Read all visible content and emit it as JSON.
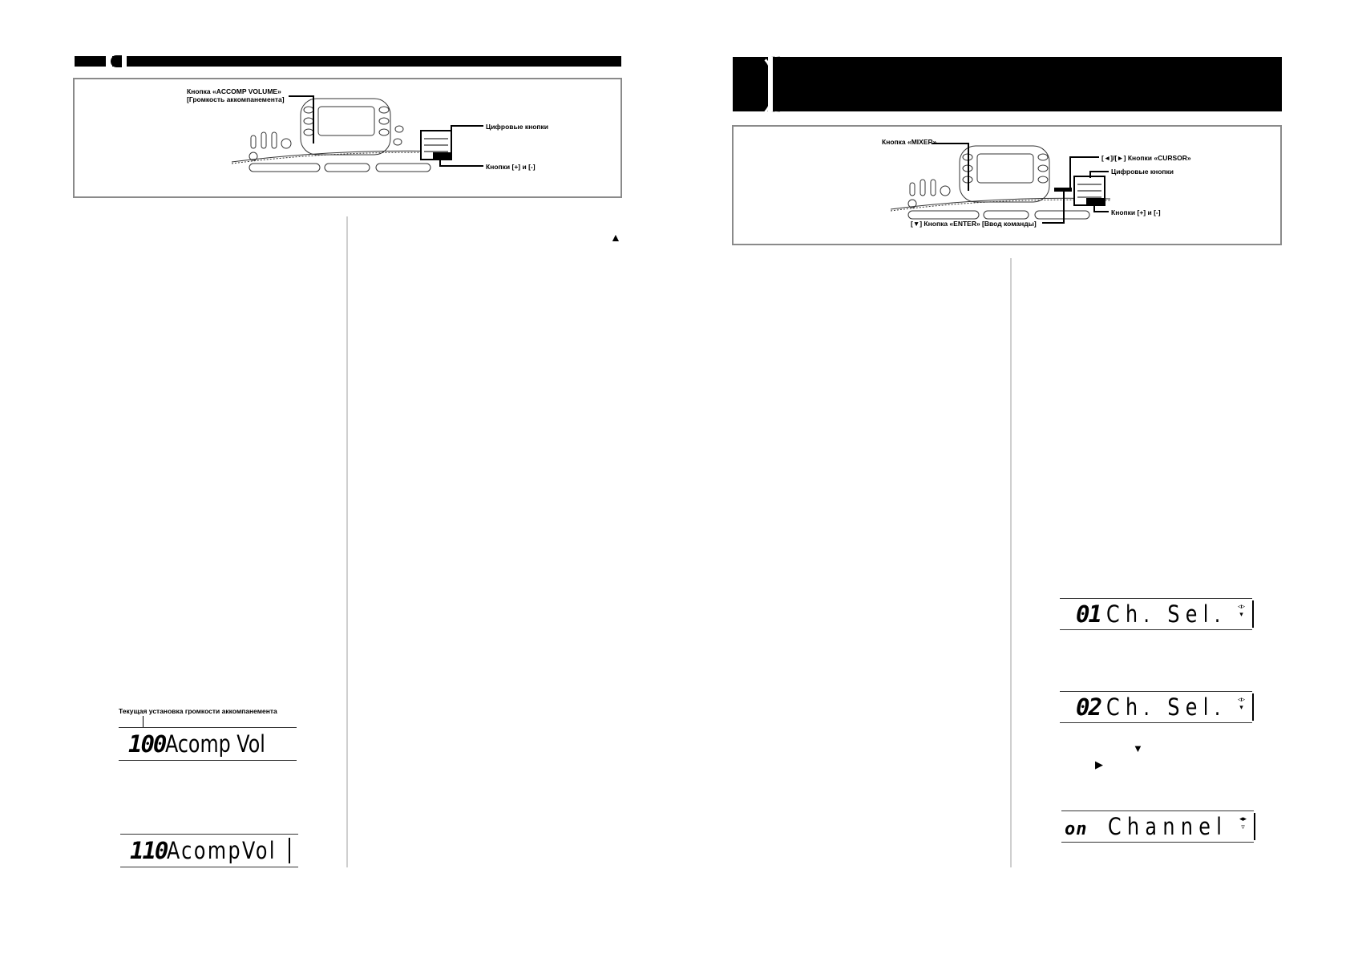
{
  "left_page": {
    "keyboard_callouts": {
      "accomp_volume_button": "Кнопка «ACCOMP VOLUME»",
      "accomp_volume_desc": "[Громкость аккомпанемента]",
      "number_buttons": "Цифровые кнопки",
      "plus_minus_buttons": "Кнопки [+] и [-]"
    },
    "up_arrow": "▲",
    "display_caption": "Текущая установка громкости аккомпанемента",
    "displays": [
      {
        "value": "100",
        "text": "Acomp Vol"
      },
      {
        "value": "110",
        "text": "AcompVol"
      }
    ]
  },
  "right_page": {
    "keyboard_callouts": {
      "mixer_button": "Кнопка «MIXER»",
      "cursor_buttons": "[◄]/[►] Кнопки «CURSOR»",
      "number_buttons": "Цифровые кнопки",
      "enter_button": "[▼] Кнопка «ENTER» [Ввод команды]",
      "plus_minus_buttons": "Кнопки [+] и [-]"
    },
    "displays": [
      {
        "value": "01",
        "text": "Ch. Sel."
      },
      {
        "value": "02",
        "text": "Ch. Sel."
      },
      {
        "value": "on",
        "text": "Channel"
      }
    ],
    "down_arrow": "▼",
    "right_arrow": "▶"
  }
}
